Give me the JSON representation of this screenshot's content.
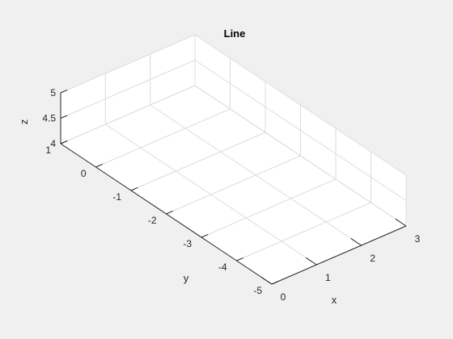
{
  "chart_data": {
    "type": "line",
    "title": "Line",
    "xlabel": "x",
    "ylabel": "y",
    "zlabel": "z",
    "xlim": [
      0,
      3
    ],
    "ylim": [
      -5,
      1
    ],
    "zlim": [
      4,
      5
    ],
    "xticks": [
      "0",
      "1",
      "2",
      "3"
    ],
    "yticks": [
      "1",
      "0",
      "-1",
      "-2",
      "-3",
      "-4",
      "-5"
    ],
    "zticks": [
      "4",
      "4.5",
      "5"
    ],
    "grid": true,
    "series": []
  },
  "colors": {
    "figure_background": "#f0f0f0",
    "axes_background": "#ffffff",
    "grid": "#dcdcdc",
    "axis": "#262626"
  }
}
